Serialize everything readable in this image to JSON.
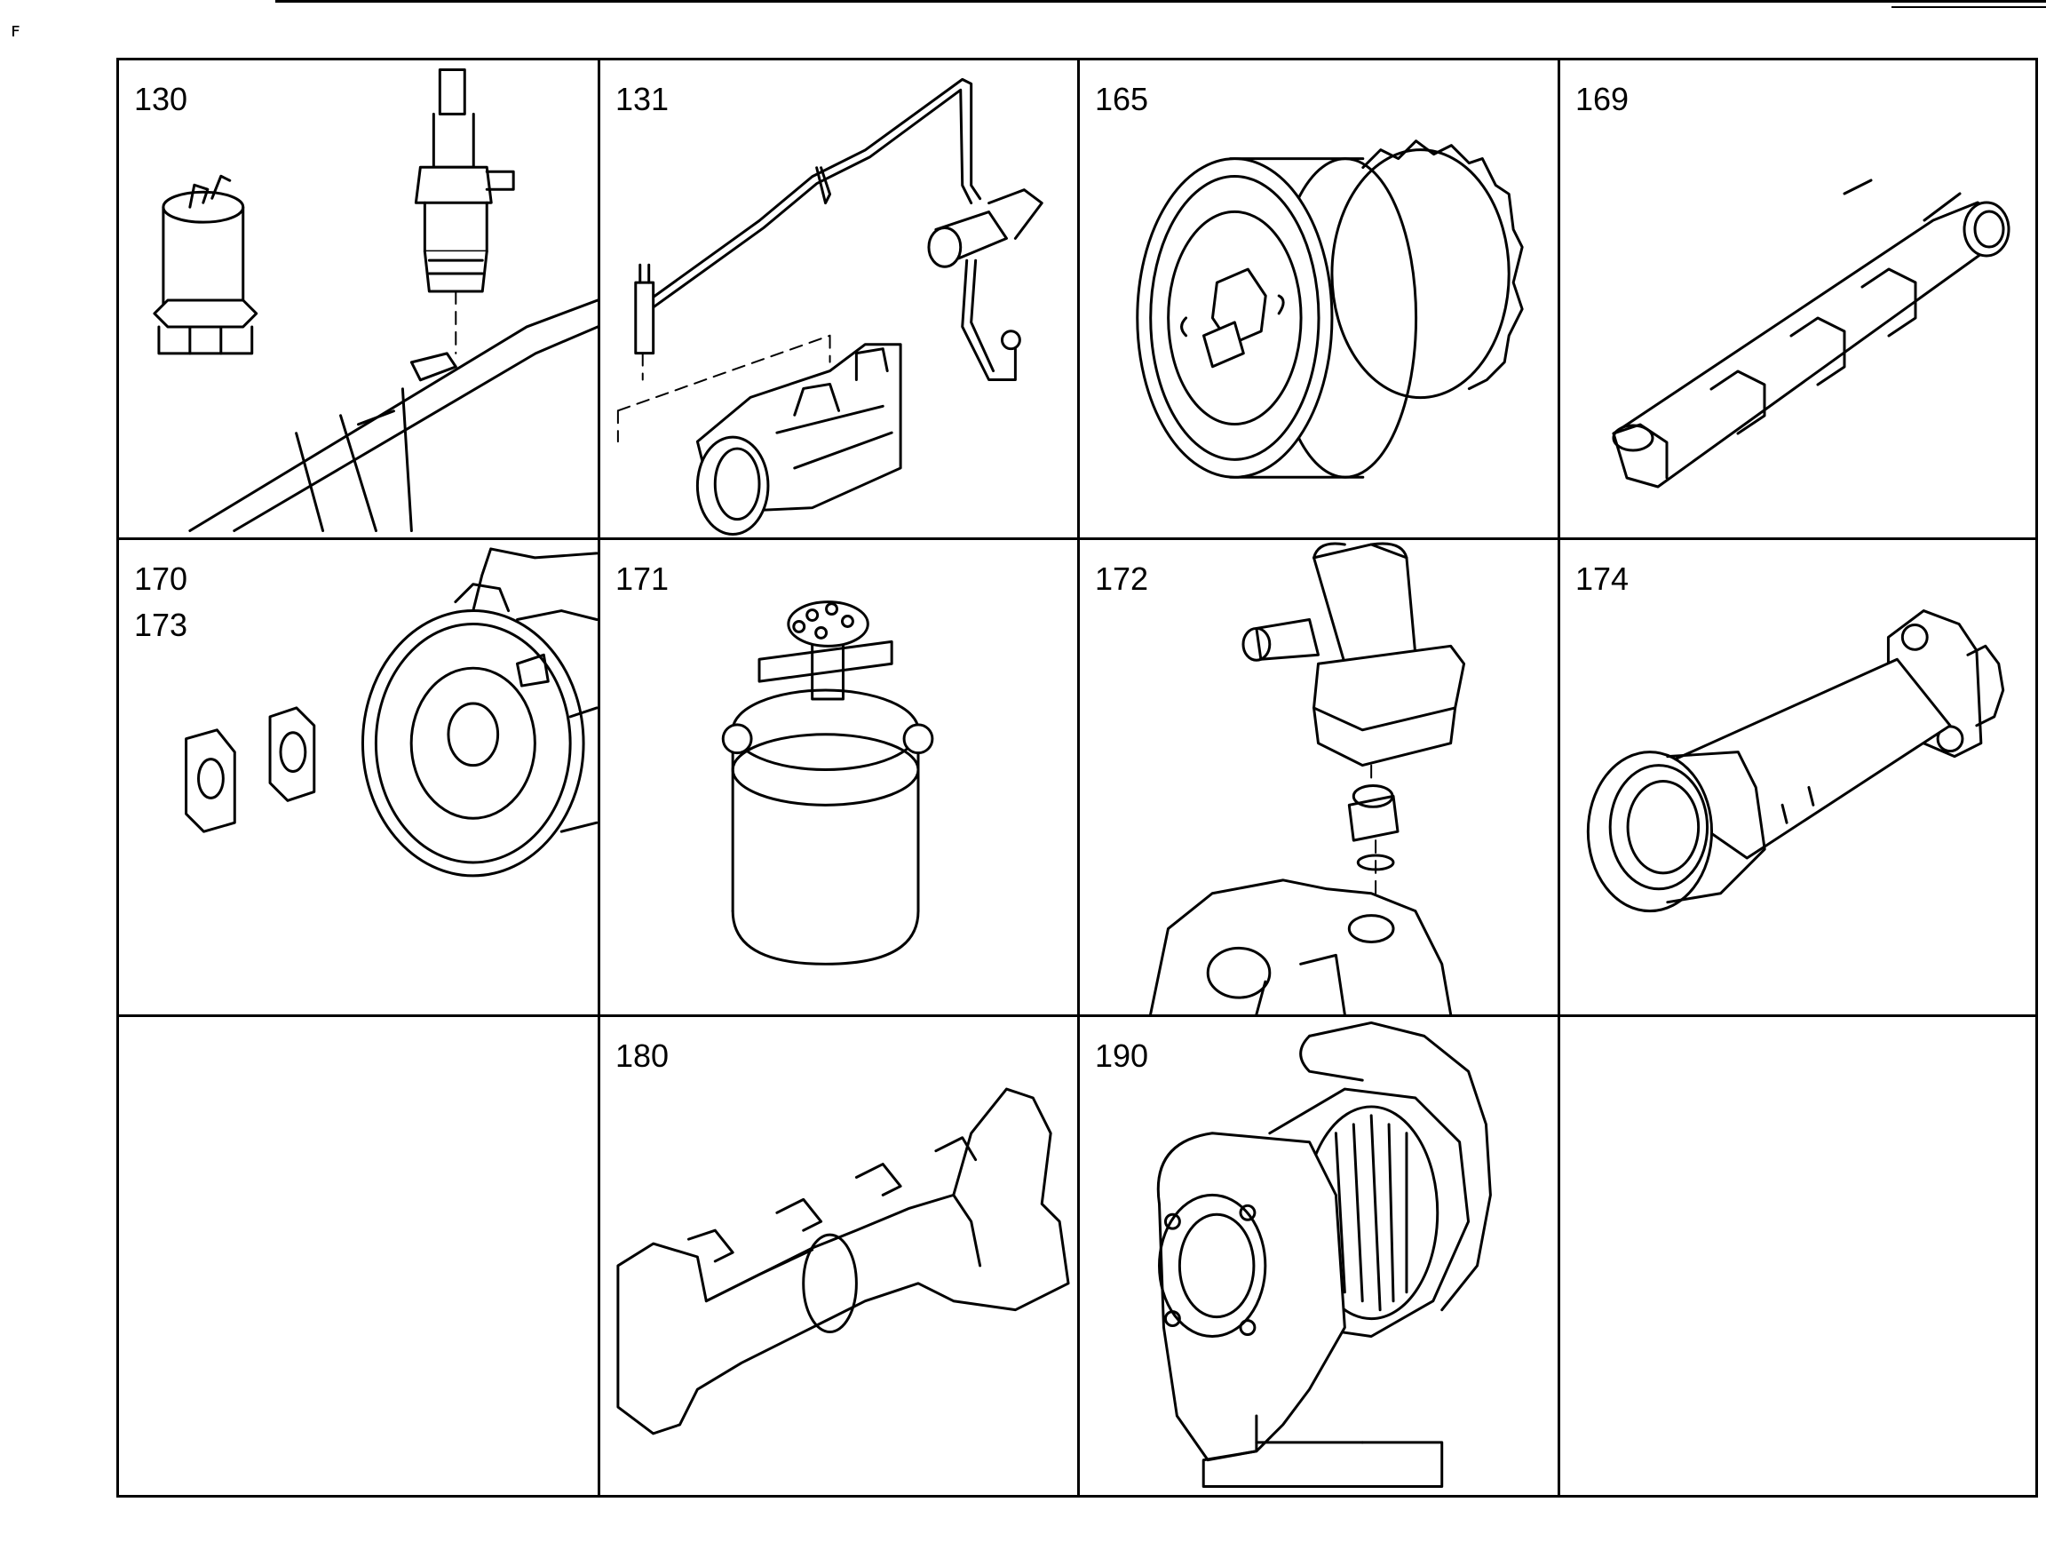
{
  "corner_mark": "ꜰ",
  "cells": [
    {
      "label": "130"
    },
    {
      "label": "131"
    },
    {
      "label": "165"
    },
    {
      "label": "169"
    },
    {
      "label": "170\n173"
    },
    {
      "label": "171"
    },
    {
      "label": "172"
    },
    {
      "label": "174"
    },
    {
      "label": ""
    },
    {
      "label": "180"
    },
    {
      "label": "190"
    },
    {
      "label": ""
    }
  ]
}
